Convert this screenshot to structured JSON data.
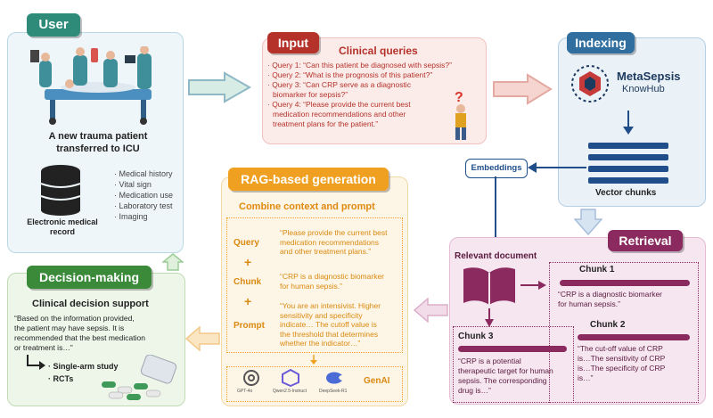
{
  "user": {
    "tag": "User",
    "caption_line1": "A new trauma patient",
    "caption_line2": "transferred to ICU",
    "emr_label_line1": "Electronic medical",
    "emr_label_line2": "record",
    "record_items": [
      "· Medical history",
      "· Vital sign",
      "· Medication use",
      "· Laboratory test",
      "· Imaging"
    ]
  },
  "input": {
    "tag": "Input",
    "title": "Clinical queries",
    "queries": [
      "· Query 1: “Can this patient be diagnosed with sepsis?”",
      "· Query 2: “What is the prognosis of this patient?”",
      "· Query 3: “Can CRP serve as a diagnostic",
      "biomarker for sepsis?”",
      "· Query 4: “Please provide the current best",
      "medication recommendations and other",
      "treatment plans for the patient.”"
    ]
  },
  "indexing": {
    "tag": "Indexing",
    "kb_name": "MetaSepsis",
    "kb_sub": "KnowHub",
    "vector_label": "Vector chunks",
    "embeddings_label": "Embeddings"
  },
  "rag": {
    "tag": "RAG-based generation",
    "subtitle": "Combine context and prompt",
    "rows": [
      {
        "label": "Query",
        "text": [
          "“Please provide the current best",
          "medication recommendations",
          "and other treatment plans.”"
        ]
      },
      {
        "label": "Chunk",
        "text": [
          "“CRP is a diagnostic biomarker",
          "for human sepsis.”"
        ]
      },
      {
        "label": "Prompt",
        "text": [
          "“You are an intensivist. Higher",
          "sensitivity and specificity",
          "indicate… The cutoff value is",
          "the threshold that determines",
          "whether the indicator…”"
        ]
      }
    ],
    "plus": "+",
    "models": [
      "GPT-4o",
      "Qwen2.5-Instruct",
      "DeepSeek-R1"
    ],
    "genai": "GenAI"
  },
  "retrieval": {
    "tag": "Retrieval",
    "doc_label": "Relevant document",
    "chunk1_title": "Chunk 1",
    "chunk1_text": [
      "“CRP is a diagnostic biomarker",
      "for human sepsis.”"
    ],
    "chunk2_title": "Chunk 2",
    "chunk2_text": [
      "“The cut-off value of CRP",
      "is…The sensitivity of CRP",
      "is…The specificity of CRP",
      "is…”"
    ],
    "chunk3_title": "Chunk 3",
    "chunk3_text": [
      "“CRP is a potential",
      "therapeutic target for human",
      "sepsis. The corresponding",
      "drug is…”"
    ]
  },
  "decision": {
    "tag": "Decision-making",
    "title": "Clinical decision support",
    "quote": [
      "“Based on the information provided,",
      "the patient may have sepsis. It is",
      "recommended that the best medication",
      "or treatment is…”"
    ],
    "evidence": [
      "· Single-arm study",
      "· RCTs"
    ]
  },
  "colors": {
    "user_green": "#2e8b7a",
    "input_red": "#b5322a",
    "indexing_blue": "#2f6e9e",
    "rag_orange": "#f0a020",
    "retrieval_purple": "#8a2a5e",
    "decision_green": "#3a8a3a",
    "vector_navy": "#1f4e8a"
  }
}
